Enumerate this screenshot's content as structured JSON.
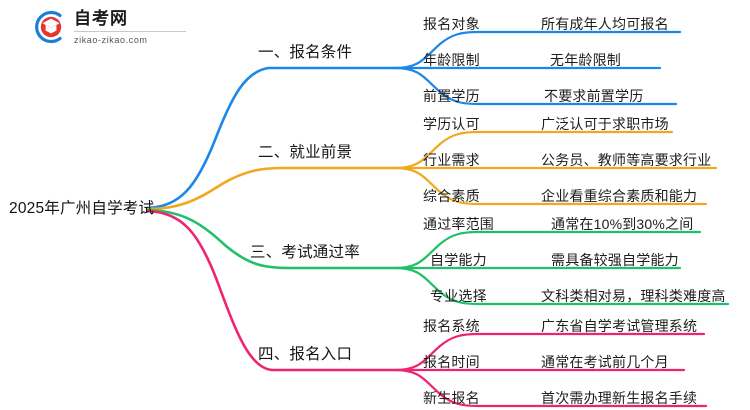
{
  "logo": {
    "icon_name": "graduation-cap-logo-icon",
    "title": "自考网",
    "domain": "zikao-zikao.com"
  },
  "mindmap": {
    "root": {
      "label": "2025年广州自学考试"
    },
    "colors": {
      "branch1": "#1a88e8",
      "branch2": "#f0a81e",
      "branch3": "#1fc06a",
      "branch4": "#ef2372"
    },
    "branches": [
      {
        "label": "一、报名条件",
        "color": "#1a88e8",
        "children": [
          {
            "label": "报名对象",
            "value": "所有成年人均可报名"
          },
          {
            "label": "年龄限制",
            "value": "无年龄限制"
          },
          {
            "label": "前置学历",
            "value": "不要求前置学历"
          }
        ]
      },
      {
        "label": "二、就业前景",
        "color": "#f0a81e",
        "children": [
          {
            "label": "学历认可",
            "value": "广泛认可于求职市场"
          },
          {
            "label": "行业需求",
            "value": "公务员、教师等高要求行业"
          },
          {
            "label": "综合素质",
            "value": "企业看重综合素质和能力"
          }
        ]
      },
      {
        "label": "三、考试通过率",
        "color": "#1fc06a",
        "children": [
          {
            "label": "通过率范围",
            "value": "通常在10%到30%之间"
          },
          {
            "label": "自学能力",
            "value": "需具备较强自学能力"
          },
          {
            "label": "专业选择",
            "value": "文科类相对易，理科类难度高"
          }
        ]
      },
      {
        "label": "四、报名入口",
        "color": "#ef2372",
        "children": [
          {
            "label": "报名系统",
            "value": "广东省自学考试管理系统"
          },
          {
            "label": "报名时间",
            "value": "通常在考试前几个月"
          },
          {
            "label": "新生报名",
            "value": "首次需办理新生报名手续"
          }
        ]
      }
    ]
  }
}
